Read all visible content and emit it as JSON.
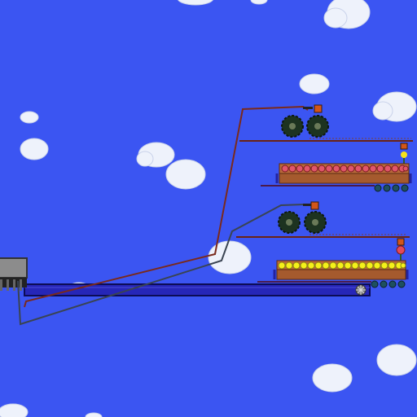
{
  "scene": {
    "sky_color": "#3b55f2",
    "wire_colors": {
      "red": "#7a2a1c",
      "dark": "#3a4452"
    },
    "upper_machine": {
      "gear_count": 2,
      "gear_icon": "sawblade-gear",
      "ammo_color": "#e0566a",
      "ammo_count": 18
    },
    "lower_machine": {
      "gear_count": 2,
      "gear_icon": "sawblade-gear",
      "ammo_color": "#f5f01a",
      "ammo_count": 18
    },
    "left_block_icon": "stone-block",
    "conveyor_icon": "fan-icon"
  }
}
